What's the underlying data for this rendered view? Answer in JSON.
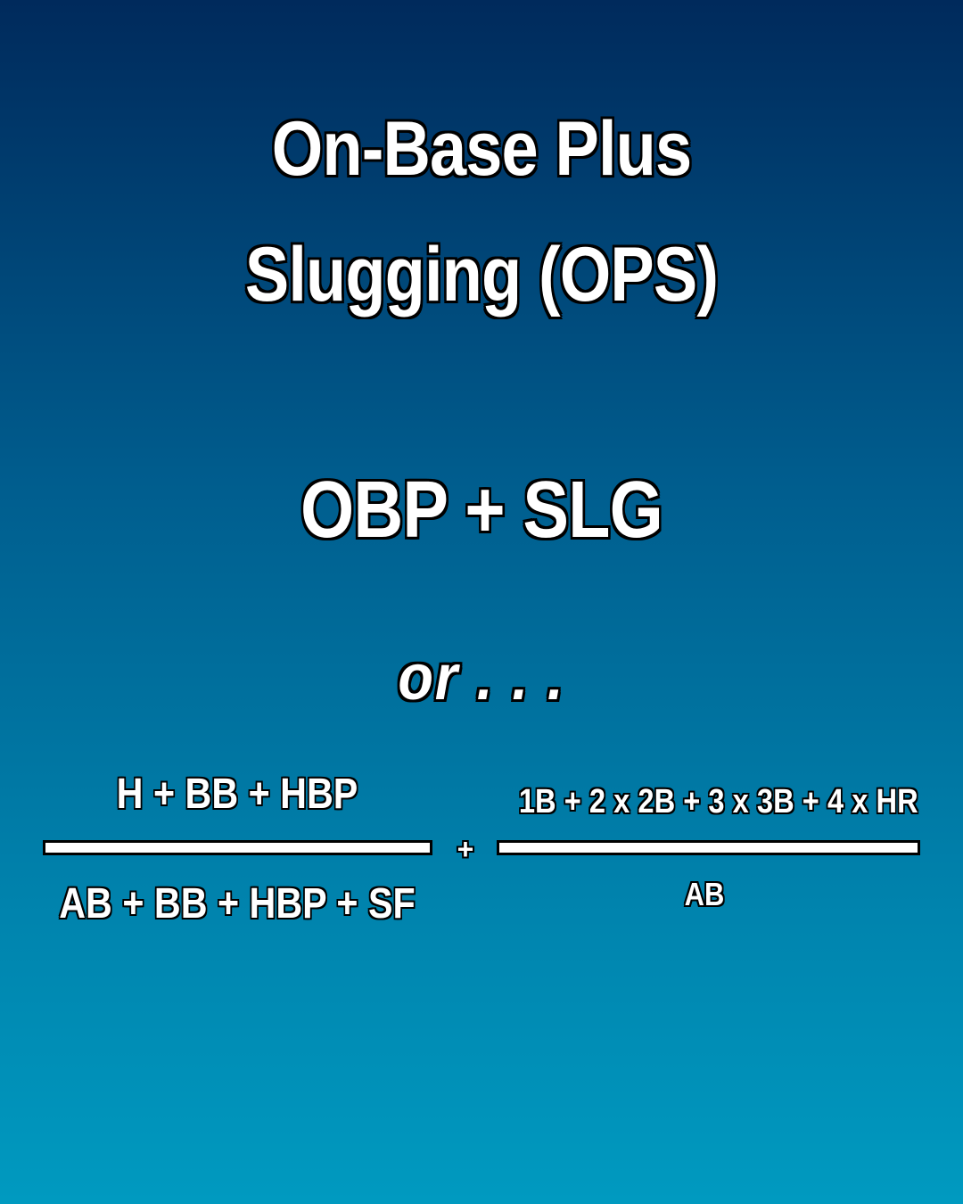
{
  "title": {
    "line1": "On-Base Plus",
    "line2": "Slugging (OPS)"
  },
  "formula_short": "OBP + SLG",
  "or_text": "or . . .",
  "obp_fraction": {
    "numerator": "H + BB + HBP",
    "denominator": "AB + BB + HBP + SF"
  },
  "operator": "+",
  "slg_fraction": {
    "numerator": "1B + 2 x 2B + 3 x 3B + 4 x HR",
    "denominator": "AB"
  },
  "colors": {
    "background_top": "#002a5c",
    "background_bottom": "#009ac0",
    "text": "#ffffff",
    "outline": "#000000"
  }
}
